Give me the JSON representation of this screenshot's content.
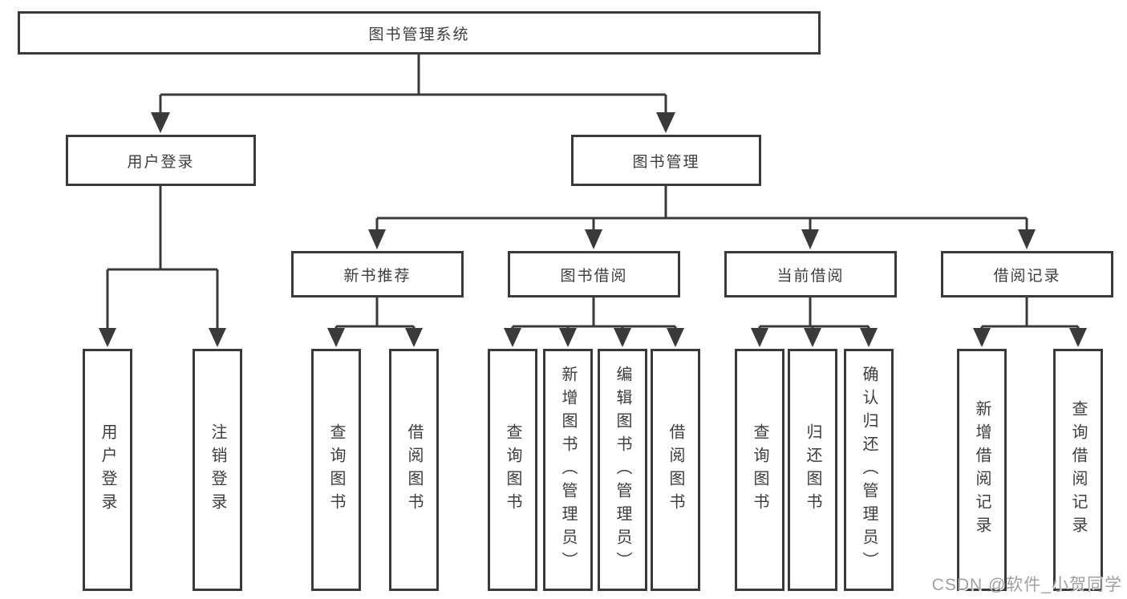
{
  "diagram": {
    "type": "org-tree",
    "root": {
      "label": "图书管理系统"
    },
    "branches": [
      {
        "label": "用户登录",
        "children": [
          {
            "label": "用户登录"
          },
          {
            "label": "注销登录"
          }
        ]
      },
      {
        "label": "图书管理",
        "children": [
          {
            "label": "新书推荐",
            "children": [
              {
                "label": "查询图书"
              },
              {
                "label": "借阅图书"
              }
            ]
          },
          {
            "label": "图书借阅",
            "children": [
              {
                "label": "查询图书"
              },
              {
                "label": "新增图书（管理员）"
              },
              {
                "label": "编辑图书（管理员）"
              },
              {
                "label": "借阅图书"
              }
            ]
          },
          {
            "label": "当前借阅",
            "children": [
              {
                "label": "查询图书"
              },
              {
                "label": "归还图书"
              },
              {
                "label": "确认归还（管理员）"
              }
            ]
          },
          {
            "label": "借阅记录",
            "children": [
              {
                "label": "新增借阅记录"
              },
              {
                "label": "查询借阅记录"
              }
            ]
          }
        ]
      }
    ]
  },
  "watermark": {
    "text": "CSDN @软件_小贺同学"
  },
  "colors": {
    "line": "#3a3a3a",
    "text": "#3d3d3d",
    "background": "#ffffff",
    "watermark": "#a0a0a0"
  }
}
